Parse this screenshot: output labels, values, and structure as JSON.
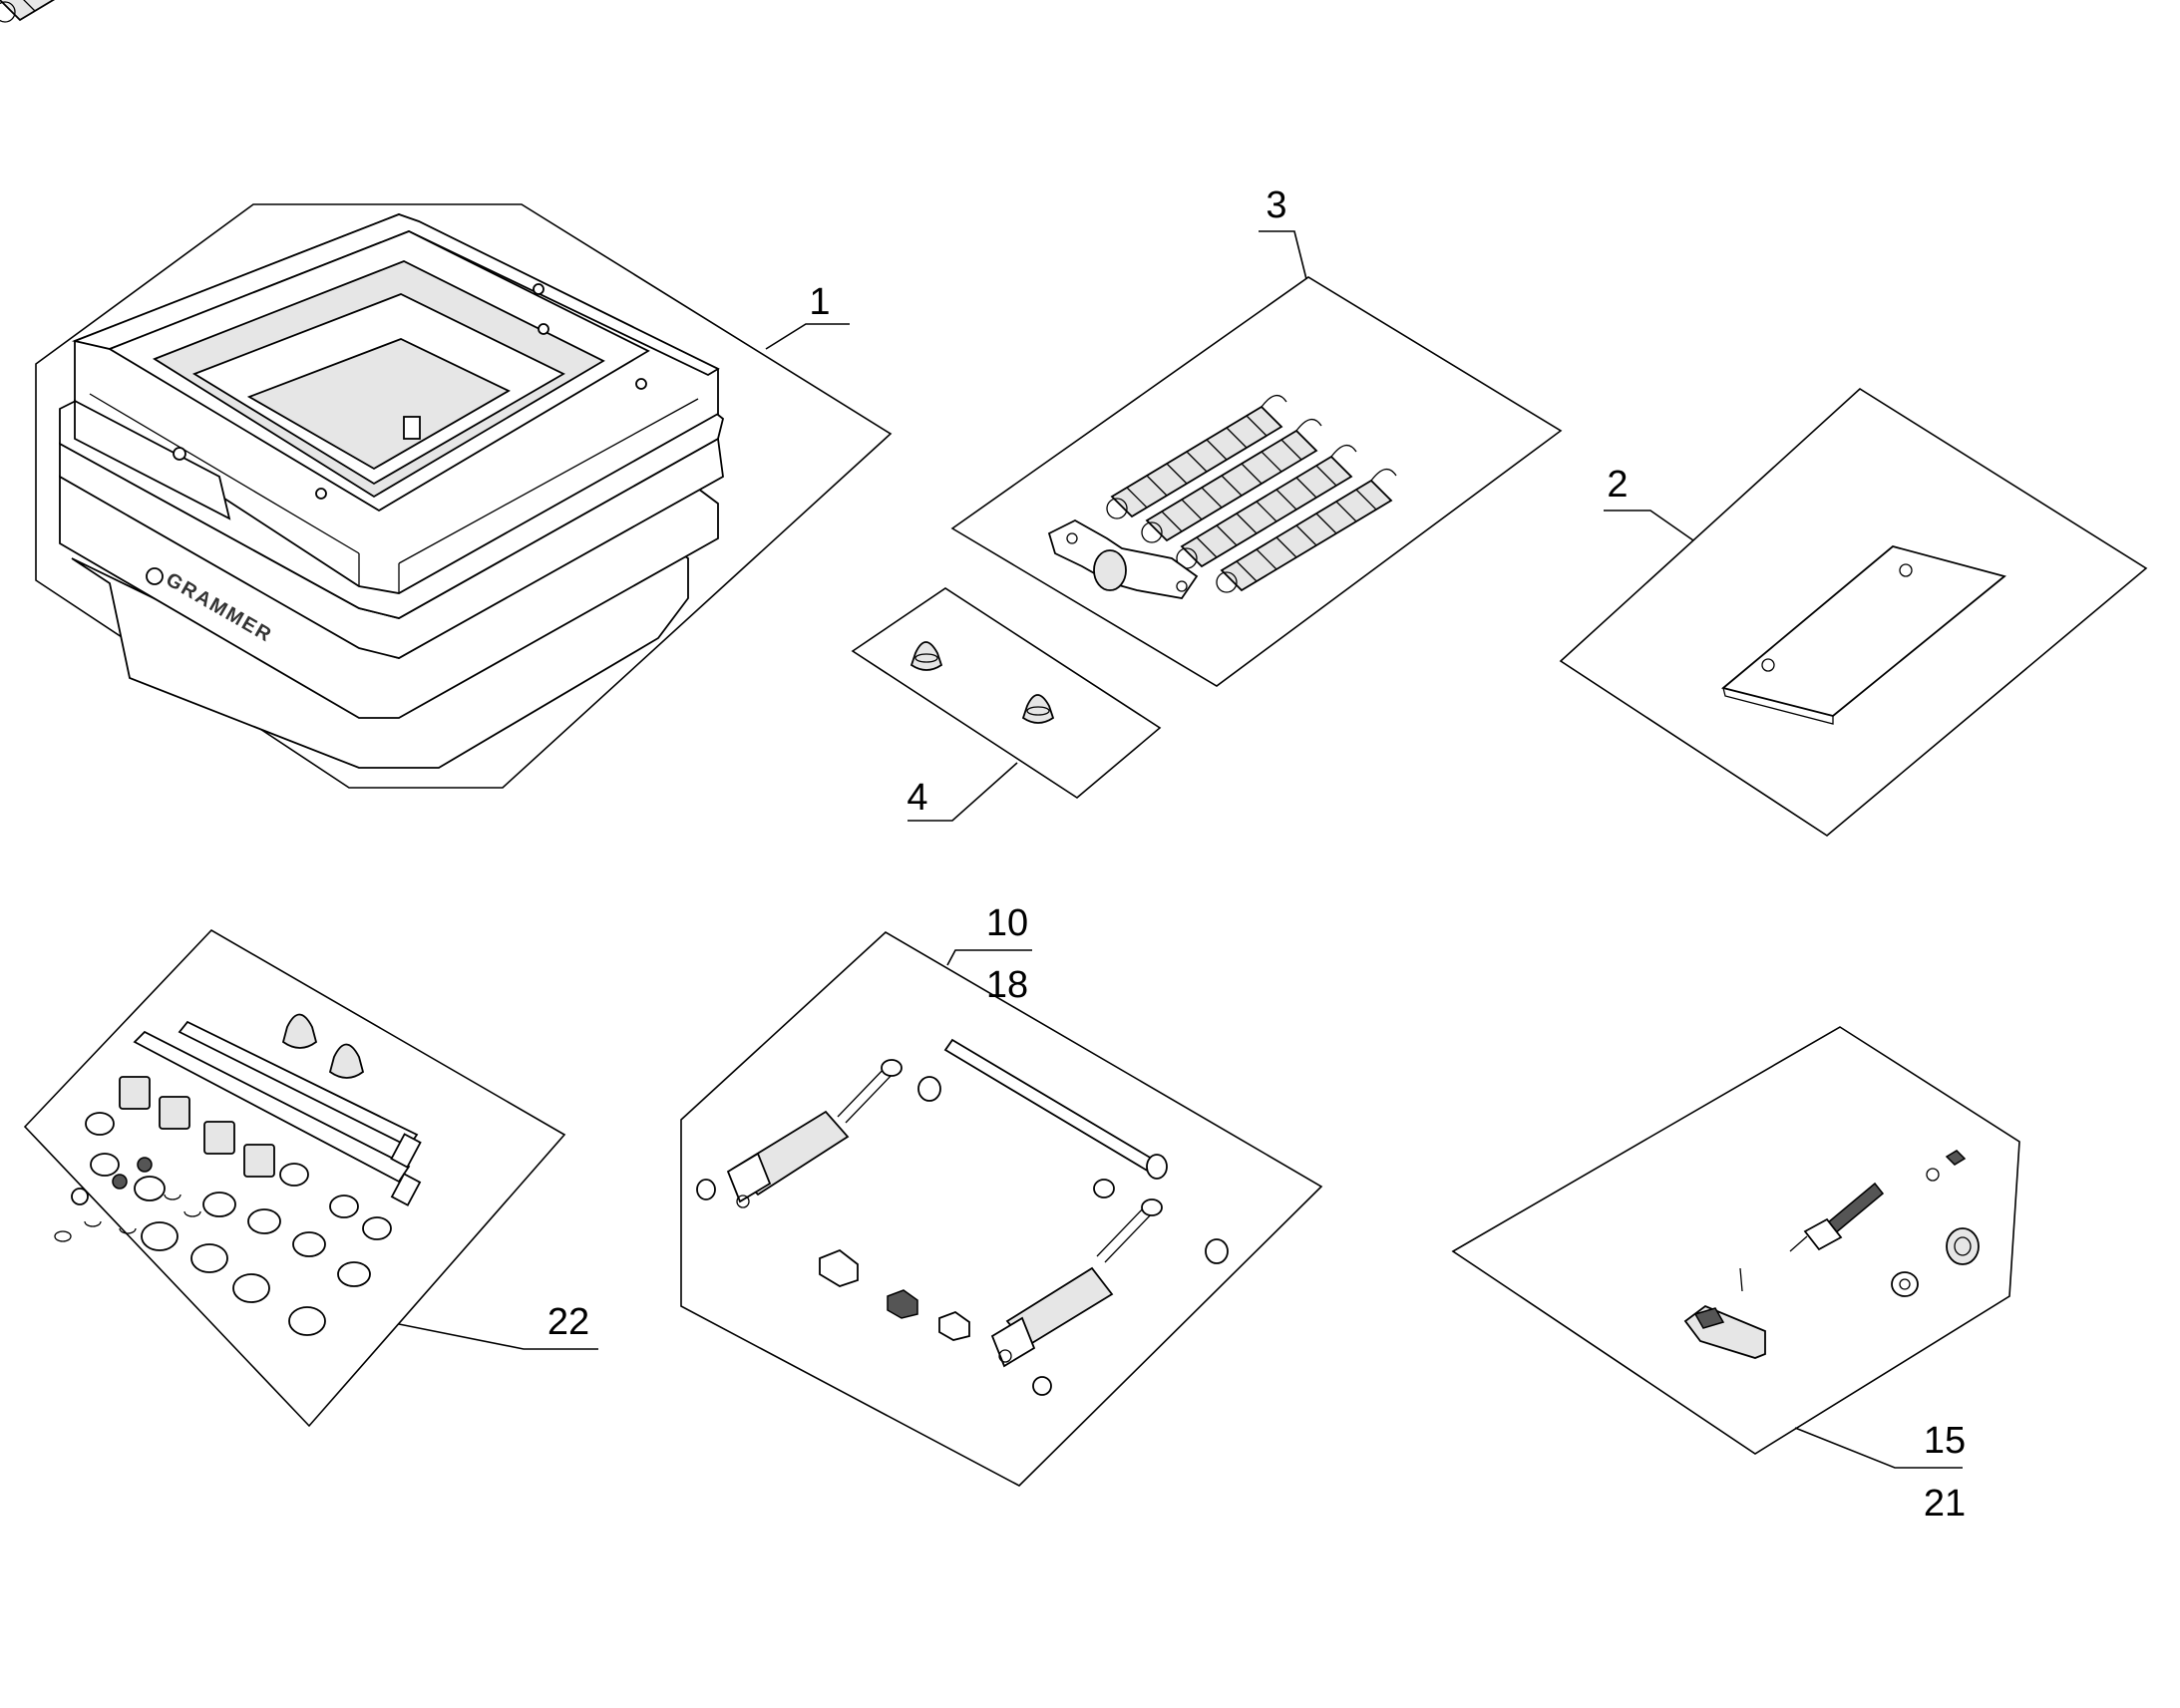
{
  "labels": {
    "item_1": "1",
    "item_2": "2",
    "item_3": "3",
    "item_4": "4",
    "item_10": "10",
    "item_18": "18",
    "item_15": "15",
    "item_21": "21",
    "item_22": "22"
  },
  "brand_text": "GRAMMER",
  "colors": {
    "line": "#000000",
    "background": "#ffffff",
    "shade": "#e6e6e6"
  }
}
